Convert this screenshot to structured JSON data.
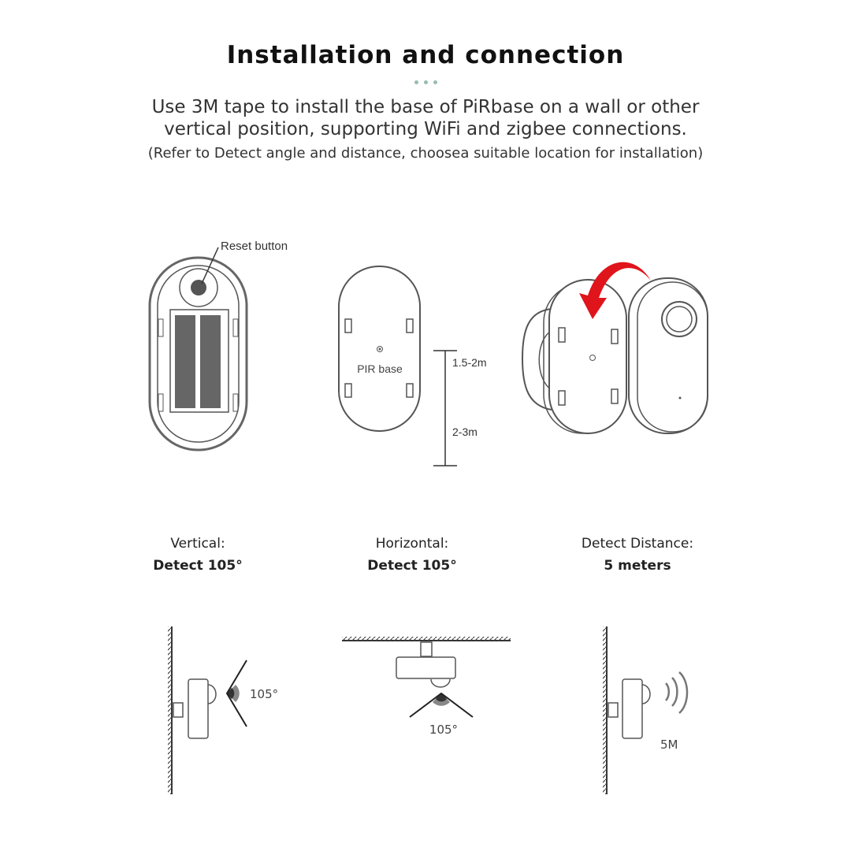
{
  "header": {
    "title": "Installation and connection",
    "subtitle_line1": "Use 3M tape to install the base of PiRbase on a wall or other",
    "subtitle_line2": "vertical position, supporting WiFi and zigbee connections.",
    "note": "(Refer to Detect angle and distance, choosea suitable location for installation)"
  },
  "diagram": {
    "reset_label": "Reset button",
    "base_label": "PIR base",
    "height_upper": "1.5-2m",
    "height_lower": "2-3m",
    "arrow_color": "#e0141b"
  },
  "specs": [
    {
      "label": "Vertical:",
      "value": "Detect 105°",
      "figure_label": "105°"
    },
    {
      "label": "Horizontal:",
      "value": "Detect 105°",
      "figure_label": "105°"
    },
    {
      "label": "Detect Distance:",
      "value": "5 meters",
      "figure_label": "5M"
    }
  ]
}
